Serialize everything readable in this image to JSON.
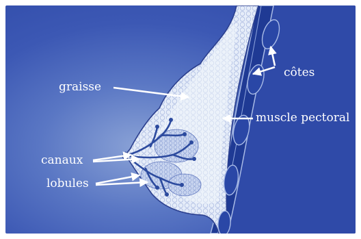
{
  "figure": {
    "labels": {
      "fat": "graisse",
      "ribs": "côtes",
      "pectoral": "muscle pectoral",
      "ducts": "canaux",
      "lobules": "lobules"
    },
    "colors": {
      "background": "#3c58b4",
      "tissue": "#e8eef9",
      "tissue_outline": "#2b3f8e",
      "muscle": "#1f3a94",
      "ducts": "#2c4a9e",
      "arrows": "#ffffff",
      "label_text": "#ffffff"
    }
  }
}
